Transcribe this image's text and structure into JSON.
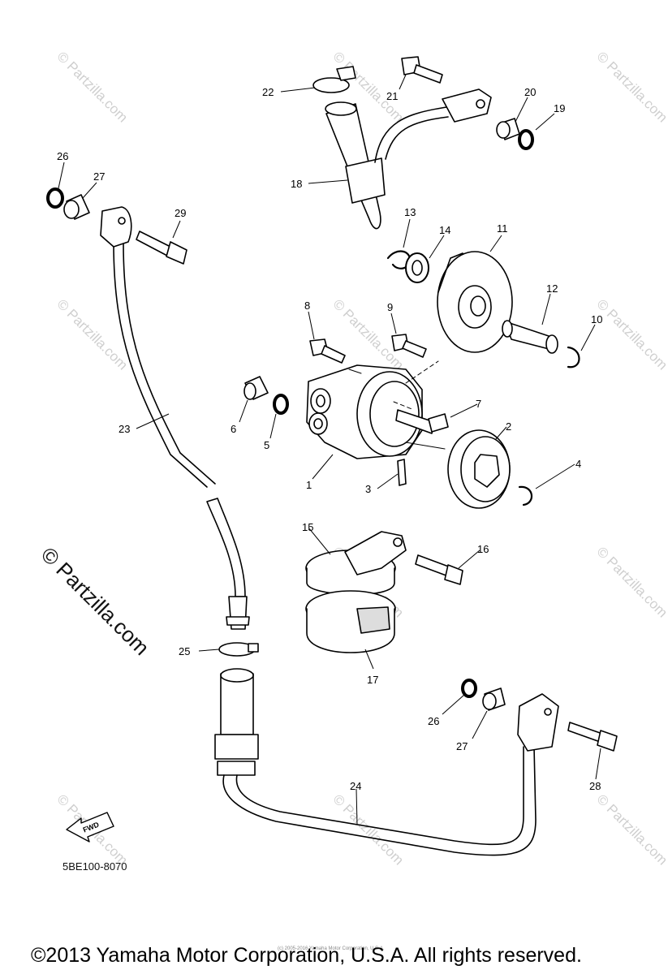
{
  "watermark": "© Partzilla.com",
  "diagram_code": "5BE100-8070",
  "fwd_label": "FWD",
  "copyright_small": "(c) 2005-2016 Yamaha Motor Corporation, U.S.A.",
  "footer": "©2013 Yamaha Motor Corporation, U.S.A. All rights reserved.",
  "callouts": [
    "1",
    "2",
    "3",
    "4",
    "5",
    "6",
    "7",
    "8",
    "9",
    "10",
    "11",
    "12",
    "13",
    "14",
    "15",
    "16",
    "17",
    "18",
    "19",
    "20",
    "21",
    "22",
    "23",
    "24",
    "25",
    "26",
    "27",
    "28",
    "29",
    "26",
    "27"
  ]
}
